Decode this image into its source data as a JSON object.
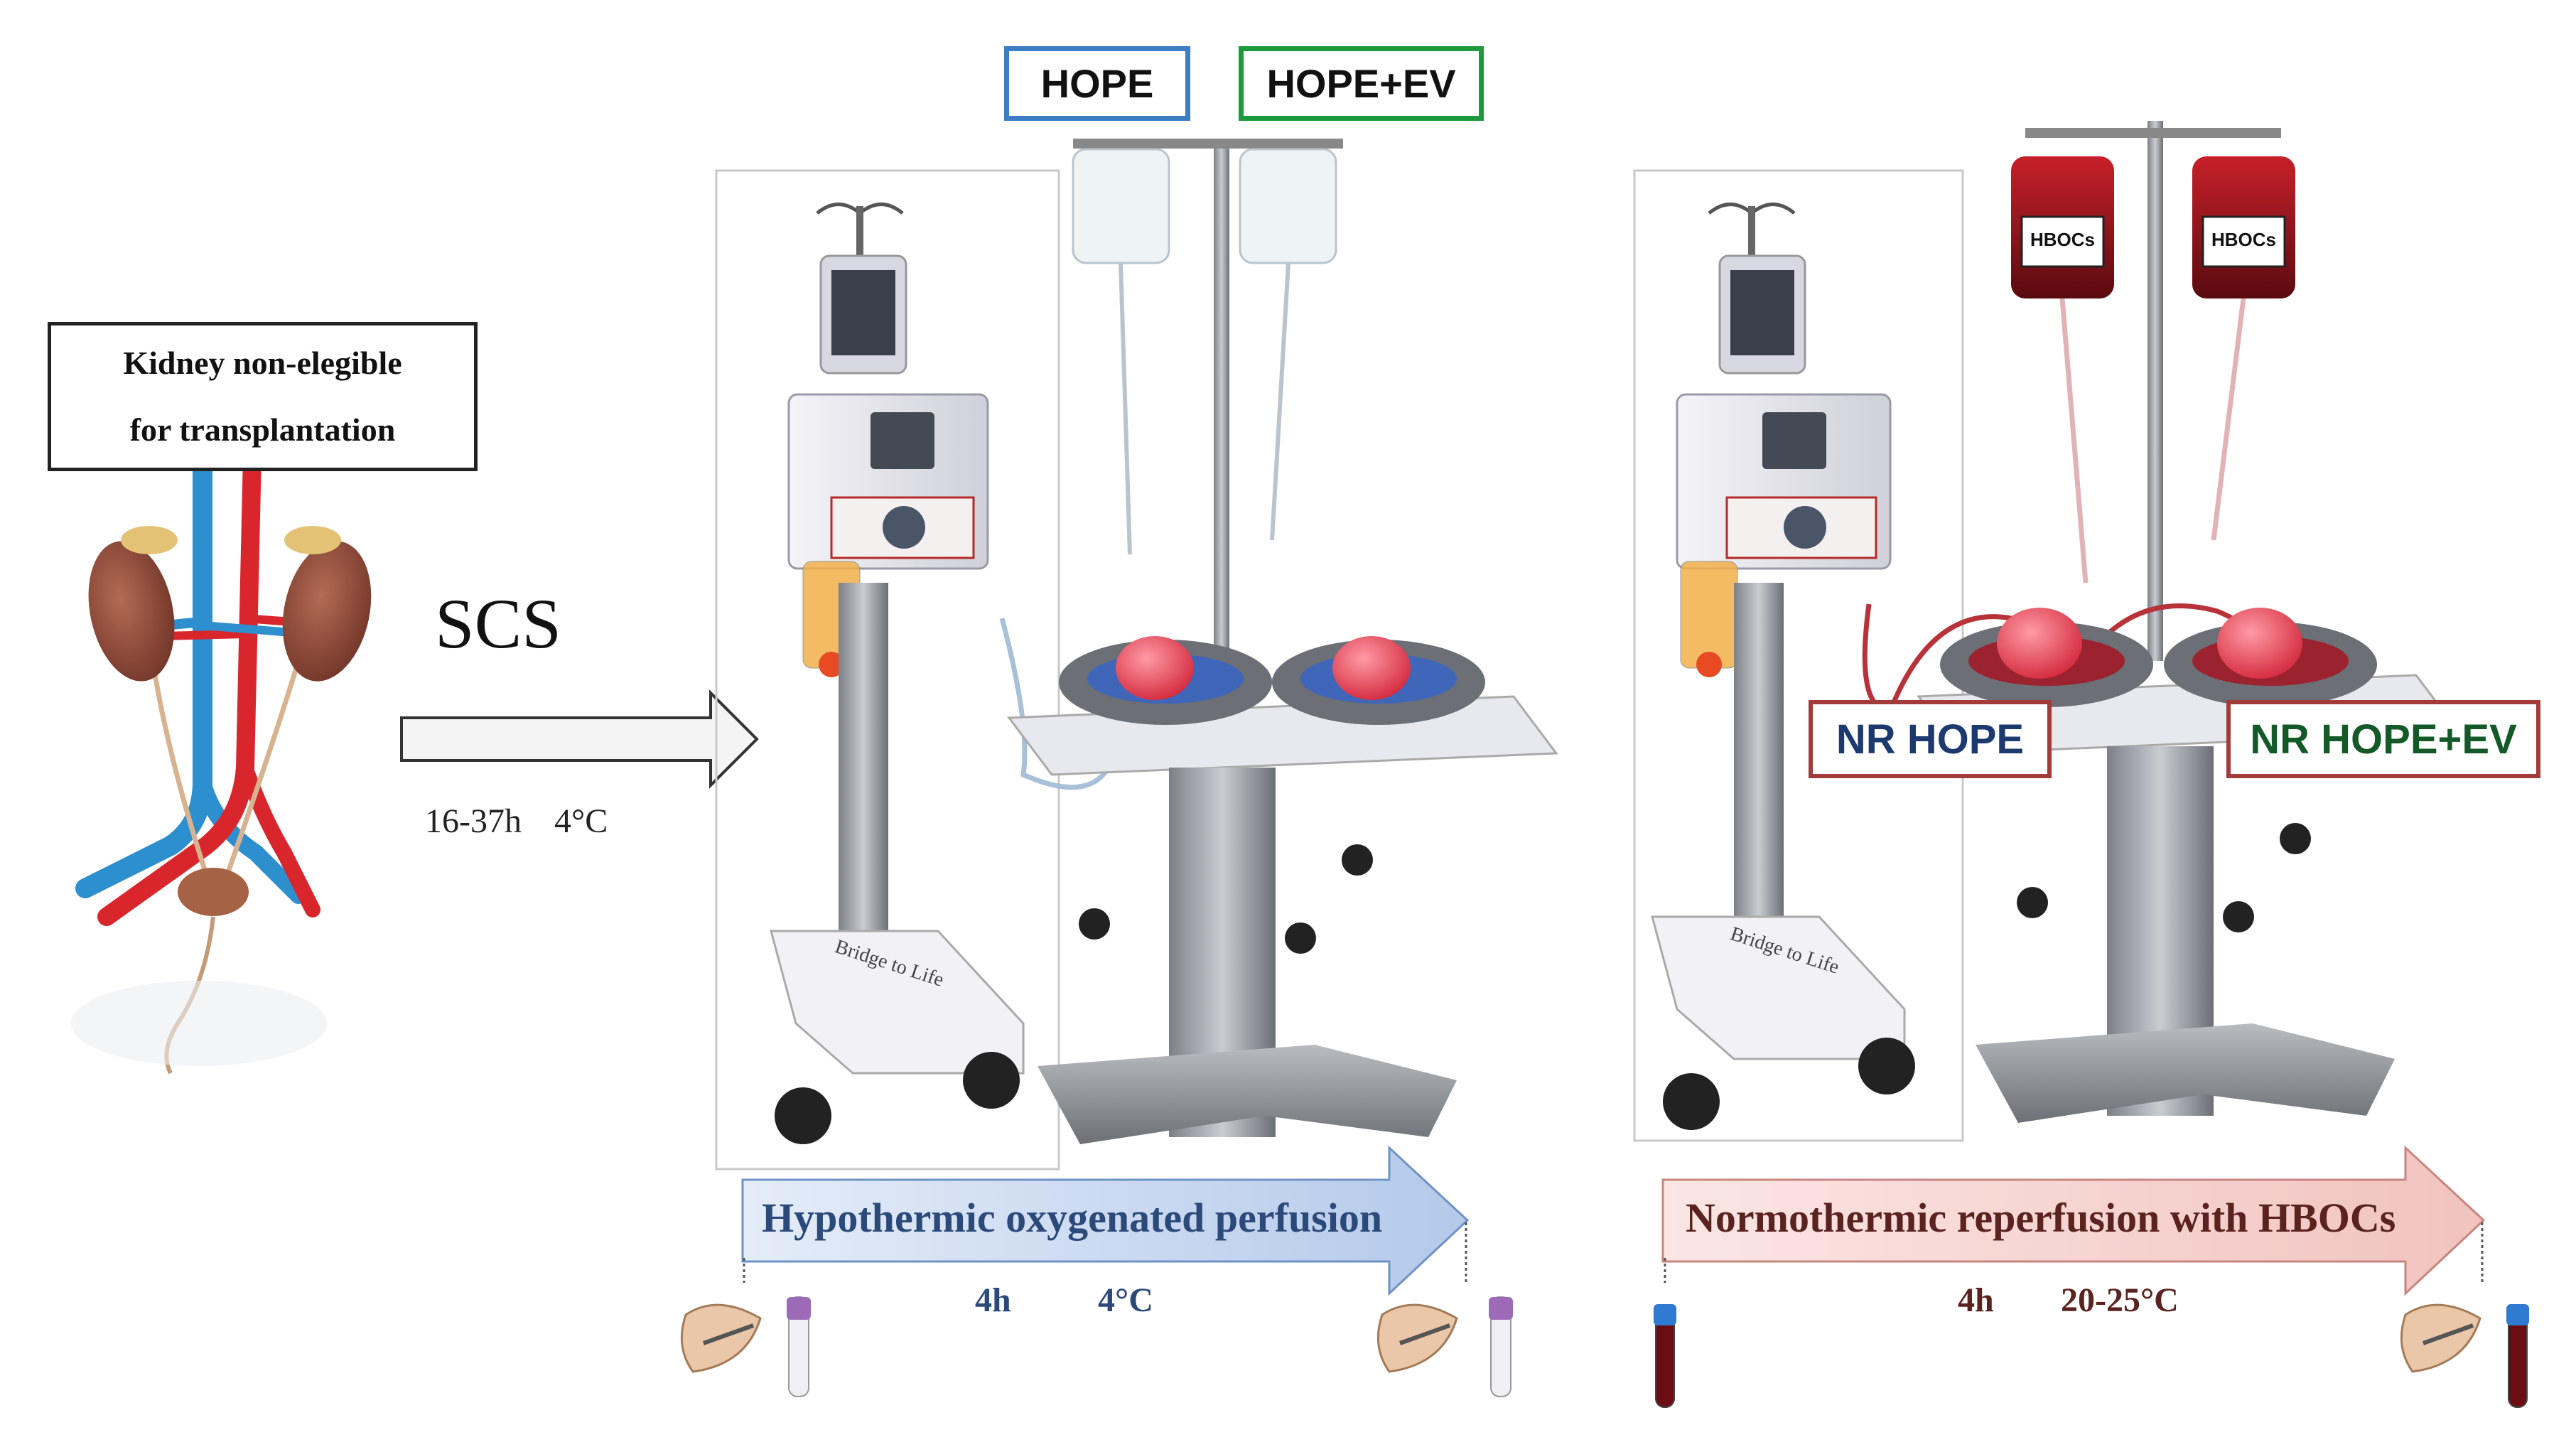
{
  "left": {
    "kidney_label_line1": "Kidney non-elegible",
    "kidney_label_line2": "for transplantation",
    "scs_label": "SCS",
    "scs_time": "16-37h",
    "scs_temp": "4°C"
  },
  "group_labels": {
    "hope": "HOPE",
    "hope_ev": "HOPE+EV",
    "nr_hope": "NR HOPE",
    "nr_hope_ev": "NR HOPE+EV"
  },
  "bags": {
    "hboc_left": "HBOCs",
    "hboc_right": "HBOCs"
  },
  "machine_brand": "Bridge to Life",
  "phases": {
    "hypothermic": {
      "label": "Hypothermic oxygenated perfusion",
      "duration": "4h",
      "temperature": "4°C"
    },
    "normothermic": {
      "label": "Normothermic reperfusion with HBOCs",
      "duration": "4h",
      "temperature": "20-25°C"
    }
  },
  "colors": {
    "hope_border": "#3d7dc4",
    "hope_ev_border": "#1e9a3c",
    "nr_border": "#a33b3b",
    "nr_hope_text": "#1d3a6e",
    "nr_hope_ev_text": "#145a28",
    "blue_arrow": "#c9daf2",
    "pink_arrow": "#f6d3d0",
    "blue_text": "#2b4a7a",
    "red_text": "#5a2320"
  }
}
